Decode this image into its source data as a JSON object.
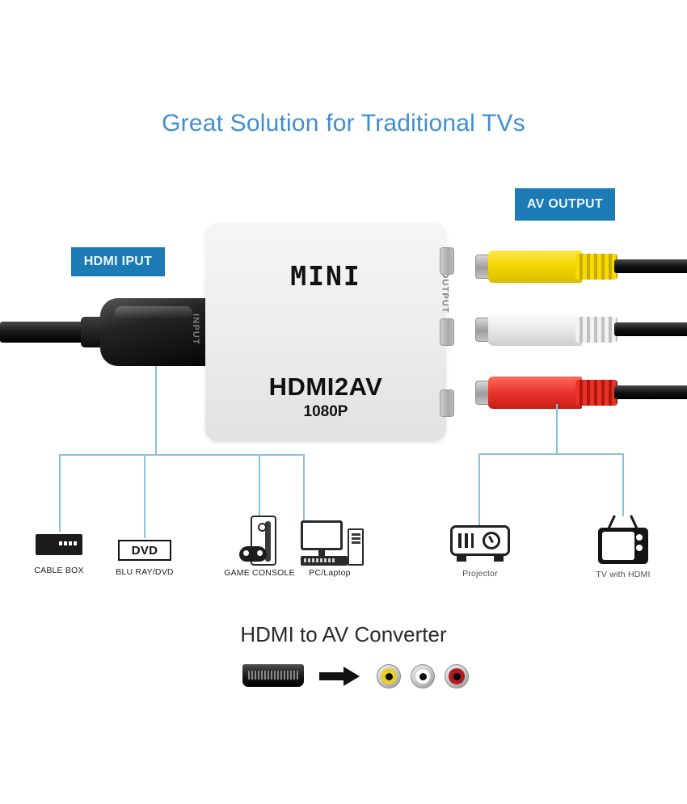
{
  "title": "Great Solution for Traditional TVs",
  "tags": {
    "input": "HDMI IPUT",
    "output": "AV OUTPUT"
  },
  "device": {
    "brand": "MINI",
    "model": "HDMI2AV",
    "resolution": "1080P",
    "input_label": "INPUT",
    "output_label": "OUTPUT",
    "body_color": "#eeeeee"
  },
  "connectors": {
    "hdmi": {
      "name": "hdmi-cable",
      "color": "#000000"
    },
    "rca": [
      {
        "name": "composite-video",
        "color": "#f2d500",
        "label": "yellow"
      },
      {
        "name": "audio-left",
        "color": "#e8e8e8",
        "label": "white"
      },
      {
        "name": "audio-right",
        "color": "#e8342a",
        "label": "red"
      }
    ]
  },
  "source_devices": [
    {
      "icon": "cable-box-icon",
      "label": "CABLE BOX"
    },
    {
      "icon": "dvd-player-icon",
      "label": "BLU RAY/DVD",
      "badge": "DVD"
    },
    {
      "icon": "game-console-icon",
      "label": "GAME CONSOLE"
    },
    {
      "icon": "pc-desktop-icon",
      "label": "PC/Laptop"
    }
  ],
  "display_devices": [
    {
      "icon": "projector-icon",
      "label": "Projector"
    },
    {
      "icon": "television-icon",
      "label": "TV with HDMI"
    }
  ],
  "footer": {
    "caption": "HDMI to AV Converter",
    "arrow": "arrow-right-icon"
  },
  "colors": {
    "title_blue": "#3f8ed4",
    "tag_blue": "#1c7ab4",
    "line_blue": "#86c2e0",
    "yellow": "#f2d500",
    "white": "#e8e8e8",
    "red": "#e8342a"
  }
}
